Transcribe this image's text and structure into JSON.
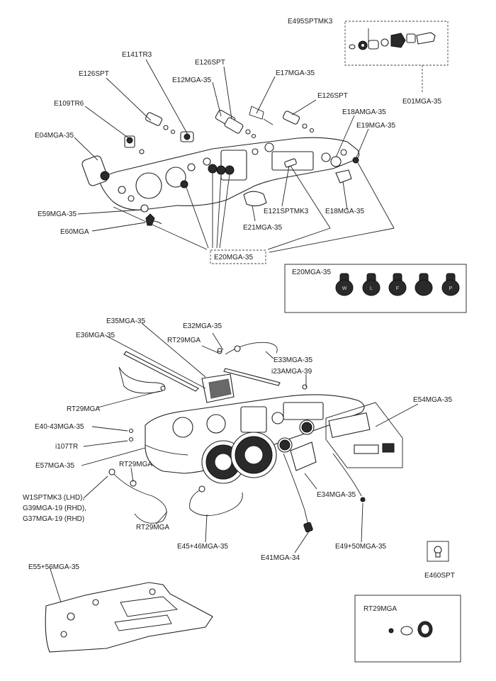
{
  "labels": {
    "e495sptmk3": "E495SPTMK3",
    "e01mga35": "E01MGA-35",
    "e141tr3": "E141TR3",
    "e126spt_a": "E126SPT",
    "e126spt_b": "E126SPT",
    "e126spt_c": "E126SPT",
    "e12mga35": "E12MGA-35",
    "e17mga35": "E17MGA-35",
    "e109tr6": "E109TR6",
    "e18amga35": "E18AMGA-35",
    "e19mga35": "E19MGA-35",
    "e04mga35": "E04MGA-35",
    "e59mga35": "E59MGA-35",
    "e60mga": "E60MGA",
    "e121sptmk3": "E121SPTMK3",
    "e18mga35": "E18MGA-35",
    "e21mga35": "E21MGA-35",
    "e20mga35_callout": "E20MGA-35",
    "e20mga35_inset": "E20MGA-35",
    "e35mga35": "E35MGA-35",
    "e32mga35": "E32MGA-35",
    "e36mga35": "E36MGA-35",
    "rt29mga_a": "RT29MGA",
    "e33mga35": "E33MGA-35",
    "i23amga39": "i23AMGA-39",
    "rt29mga_b": "RT29MGA",
    "e54mga35": "E54MGA-35",
    "e4043mga35": "E40-43MGA-35",
    "i107tr": "i107TR",
    "e57mga35": "E57MGA-35",
    "rt29mga_c": "RT29MGA",
    "w1_line1": "W1SPTMK3 (LHD),",
    "w1_line2": "G39MGA-19 (RHD),",
    "w1_line3": "G37MGA-19 (RHD)",
    "e34mga35": "E34MGA-35",
    "rt29mga_d": "RT29MGA",
    "e4546mga35": "E45+46MGA-35",
    "e4950mga35": "E49+50MGA-35",
    "e41mga34": "E41MGA-34",
    "e460spt": "E460SPT",
    "e5556mga35": "E55+56MGA-35",
    "rt29mga_inset": "RT29MGA"
  },
  "knob_letters": [
    "W",
    "L",
    "F",
    "",
    "P"
  ]
}
